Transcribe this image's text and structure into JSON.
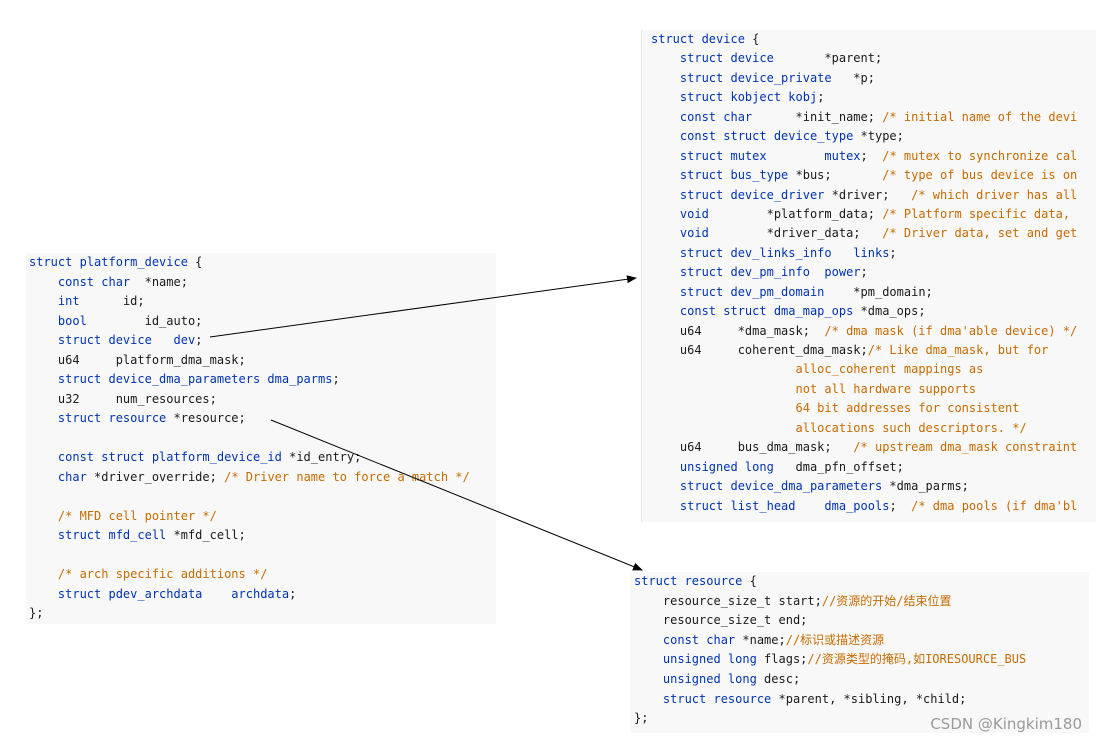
{
  "platform_device": {
    "lines": [
      [
        [
          "kw",
          "struct platform_device"
        ],
        [
          "tx",
          " {"
        ]
      ],
      [
        [
          "tx",
          "    "
        ],
        [
          "kw",
          "const char"
        ],
        [
          "tx",
          "  *name;"
        ]
      ],
      [
        [
          "tx",
          "    "
        ],
        [
          "kw",
          "int"
        ],
        [
          "tx",
          "      id;"
        ]
      ],
      [
        [
          "tx",
          "    "
        ],
        [
          "kw",
          "bool"
        ],
        [
          "tx",
          "        id_auto;"
        ]
      ],
      [
        [
          "tx",
          "    "
        ],
        [
          "kw",
          "struct device"
        ],
        [
          "tx",
          "   "
        ],
        [
          "kw",
          "dev"
        ],
        [
          "tx",
          ";"
        ]
      ],
      [
        [
          "tx",
          "    u64     platform_dma_mask;"
        ]
      ],
      [
        [
          "tx",
          "    "
        ],
        [
          "kw",
          "struct device_dma_parameters dma_parms"
        ],
        [
          "tx",
          ";"
        ]
      ],
      [
        [
          "tx",
          "    u32     num_resources;"
        ]
      ],
      [
        [
          "tx",
          "    "
        ],
        [
          "kw",
          "struct resource"
        ],
        [
          "tx",
          " *resource;"
        ]
      ],
      [
        [
          "tx",
          ""
        ]
      ],
      [
        [
          "tx",
          "    "
        ],
        [
          "kw",
          "const struct platform_device_id"
        ],
        [
          "tx",
          " *id_entry;"
        ]
      ],
      [
        [
          "tx",
          "    "
        ],
        [
          "kw",
          "char"
        ],
        [
          "tx",
          " *driver_override; "
        ],
        [
          "cm",
          "/* Driver name to force a match */"
        ]
      ],
      [
        [
          "tx",
          ""
        ]
      ],
      [
        [
          "tx",
          "    "
        ],
        [
          "cm",
          "/* MFD cell pointer */"
        ]
      ],
      [
        [
          "tx",
          "    "
        ],
        [
          "kw",
          "struct mfd_cell"
        ],
        [
          "tx",
          " *mfd_cell;"
        ]
      ],
      [
        [
          "tx",
          ""
        ]
      ],
      [
        [
          "tx",
          "    "
        ],
        [
          "cm",
          "/* arch specific additions */"
        ]
      ],
      [
        [
          "tx",
          "    "
        ],
        [
          "kw",
          "struct pdev_archdata    archdata"
        ],
        [
          "tx",
          ";"
        ]
      ],
      [
        [
          "tx",
          "};"
        ]
      ]
    ]
  },
  "device": {
    "lines": [
      [
        [
          "kw",
          "struct device"
        ],
        [
          "tx",
          " {"
        ]
      ],
      [
        [
          "tx",
          "    "
        ],
        [
          "kw",
          "struct device"
        ],
        [
          "tx",
          "       *parent;"
        ]
      ],
      [
        [
          "tx",
          "    "
        ],
        [
          "kw",
          "struct device_private"
        ],
        [
          "tx",
          "   *p;"
        ]
      ],
      [
        [
          "tx",
          "    "
        ],
        [
          "kw",
          "struct kobject kobj"
        ],
        [
          "tx",
          ";"
        ]
      ],
      [
        [
          "tx",
          "    "
        ],
        [
          "kw",
          "const char"
        ],
        [
          "tx",
          "      *init_name; "
        ],
        [
          "cm",
          "/* initial name of the devi"
        ]
      ],
      [
        [
          "tx",
          "    "
        ],
        [
          "kw",
          "const struct device_type"
        ],
        [
          "tx",
          " *type;"
        ]
      ],
      [
        [
          "tx",
          "    "
        ],
        [
          "kw",
          "struct mutex"
        ],
        [
          "tx",
          "        "
        ],
        [
          "kw",
          "mutex"
        ],
        [
          "tx",
          ";  "
        ],
        [
          "cm",
          "/* mutex to synchronize cal"
        ]
      ],
      [
        [
          "tx",
          "    "
        ],
        [
          "kw",
          "struct bus_type"
        ],
        [
          "tx",
          " *bus;       "
        ],
        [
          "cm",
          "/* type of bus device is on"
        ]
      ],
      [
        [
          "tx",
          "    "
        ],
        [
          "kw",
          "struct device_driver"
        ],
        [
          "tx",
          " *driver;   "
        ],
        [
          "cm",
          "/* which driver has all"
        ]
      ],
      [
        [
          "tx",
          "    "
        ],
        [
          "kw",
          "void"
        ],
        [
          "tx",
          "        *platform_data; "
        ],
        [
          "cm",
          "/* Platform specific data,"
        ]
      ],
      [
        [
          "tx",
          "    "
        ],
        [
          "kw",
          "void"
        ],
        [
          "tx",
          "        *driver_data;   "
        ],
        [
          "cm",
          "/* Driver data, set and get"
        ]
      ],
      [
        [
          "tx",
          "    "
        ],
        [
          "kw",
          "struct dev_links_info   links"
        ],
        [
          "tx",
          ";"
        ]
      ],
      [
        [
          "tx",
          "    "
        ],
        [
          "kw",
          "struct dev_pm_info  power"
        ],
        [
          "tx",
          ";"
        ]
      ],
      [
        [
          "tx",
          "    "
        ],
        [
          "kw",
          "struct dev_pm_domain"
        ],
        [
          "tx",
          "    *pm_domain;"
        ]
      ],
      [
        [
          "tx",
          "    "
        ],
        [
          "kw",
          "const struct dma_map_ops"
        ],
        [
          "tx",
          " *dma_ops;"
        ]
      ],
      [
        [
          "tx",
          "    u64     *dma_mask;  "
        ],
        [
          "cm",
          "/* dma mask (if dma'able device) */"
        ]
      ],
      [
        [
          "tx",
          "    u64     coherent_dma_mask;"
        ],
        [
          "cm",
          "/* Like dma_mask, but for"
        ]
      ],
      [
        [
          "tx",
          "                    "
        ],
        [
          "cm",
          "alloc_coherent mappings as"
        ]
      ],
      [
        [
          "tx",
          "                    "
        ],
        [
          "cm",
          "not all hardware supports"
        ]
      ],
      [
        [
          "tx",
          "                    "
        ],
        [
          "cm",
          "64 bit addresses for consistent"
        ]
      ],
      [
        [
          "tx",
          "                    "
        ],
        [
          "cm",
          "allocations such descriptors. */"
        ]
      ],
      [
        [
          "tx",
          "    u64     bus_dma_mask;   "
        ],
        [
          "cm",
          "/* upstream dma_mask constraint"
        ]
      ],
      [
        [
          "tx",
          "    "
        ],
        [
          "kw",
          "unsigned long"
        ],
        [
          "tx",
          "   dma_pfn_offset;"
        ]
      ],
      [
        [
          "tx",
          "    "
        ],
        [
          "kw",
          "struct device_dma_parameters"
        ],
        [
          "tx",
          " *dma_parms;"
        ]
      ],
      [
        [
          "tx",
          "    "
        ],
        [
          "kw",
          "struct list_head"
        ],
        [
          "tx",
          "    "
        ],
        [
          "kw",
          "dma_pools"
        ],
        [
          "tx",
          ";  "
        ],
        [
          "cm",
          "/* dma pools (if dma'bl"
        ]
      ]
    ]
  },
  "resource": {
    "lines": [
      [
        [
          "kw",
          "struct resource"
        ],
        [
          "tx",
          " {"
        ]
      ],
      [
        [
          "tx",
          "    resource_size_t start;"
        ],
        [
          "cm",
          "//资源的开始/结束位置"
        ]
      ],
      [
        [
          "tx",
          "    resource_size_t end;"
        ]
      ],
      [
        [
          "tx",
          "    "
        ],
        [
          "kw",
          "const char"
        ],
        [
          "tx",
          " *name;"
        ],
        [
          "cm",
          "//标识或描述资源"
        ]
      ],
      [
        [
          "tx",
          "    "
        ],
        [
          "kw",
          "unsigned long"
        ],
        [
          "tx",
          " flags;"
        ],
        [
          "cm",
          "//资源类型的掩码,如IORESOURCE_BUS"
        ]
      ],
      [
        [
          "tx",
          "    "
        ],
        [
          "kw",
          "unsigned long"
        ],
        [
          "tx",
          " desc;"
        ]
      ],
      [
        [
          "tx",
          "    "
        ],
        [
          "kw",
          "struct resource"
        ],
        [
          "tx",
          " *parent, *sibling, *child;"
        ]
      ],
      [
        [
          "tx",
          "};"
        ]
      ]
    ]
  },
  "watermark": "CSDN @Kingkim180",
  "colors": {
    "keyword": "#0033b3",
    "comment": "#c76b00",
    "text": "#1a1a1a",
    "panel": "#f8f8f8",
    "arrow": "#000000"
  }
}
